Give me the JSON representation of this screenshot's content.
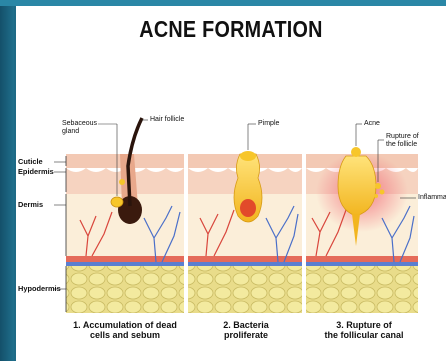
{
  "title": "ACNE FORMATION",
  "layers": {
    "cuticle": "Cuticle",
    "epidermis": "Epidermis",
    "dermis": "Dermis",
    "hypodermis": "Hypodermis"
  },
  "labels": {
    "sebaceous_gland": "Sebaceous\ngland",
    "hair_follicle": "Hair follicle",
    "pimple": "Pimple",
    "acne": "Acne",
    "rupture": "Rupture of\nthe follicle",
    "inflammation": "Inflamma"
  },
  "stages": [
    {
      "caption": "1. Accumulation of dead\ncells and sebum"
    },
    {
      "caption": "2. Bacteria\nproliferate"
    },
    {
      "caption": "3. Rupture of\nthe follicular canal"
    }
  ],
  "colors": {
    "background": "#1e6a86",
    "epidermis": "#f3c9b4",
    "dermis": "#fbeed9",
    "fat": "#ebe193",
    "sebum": "#f7c62a",
    "hair": "#2a140c",
    "inflammation": "#f05a6a"
  }
}
